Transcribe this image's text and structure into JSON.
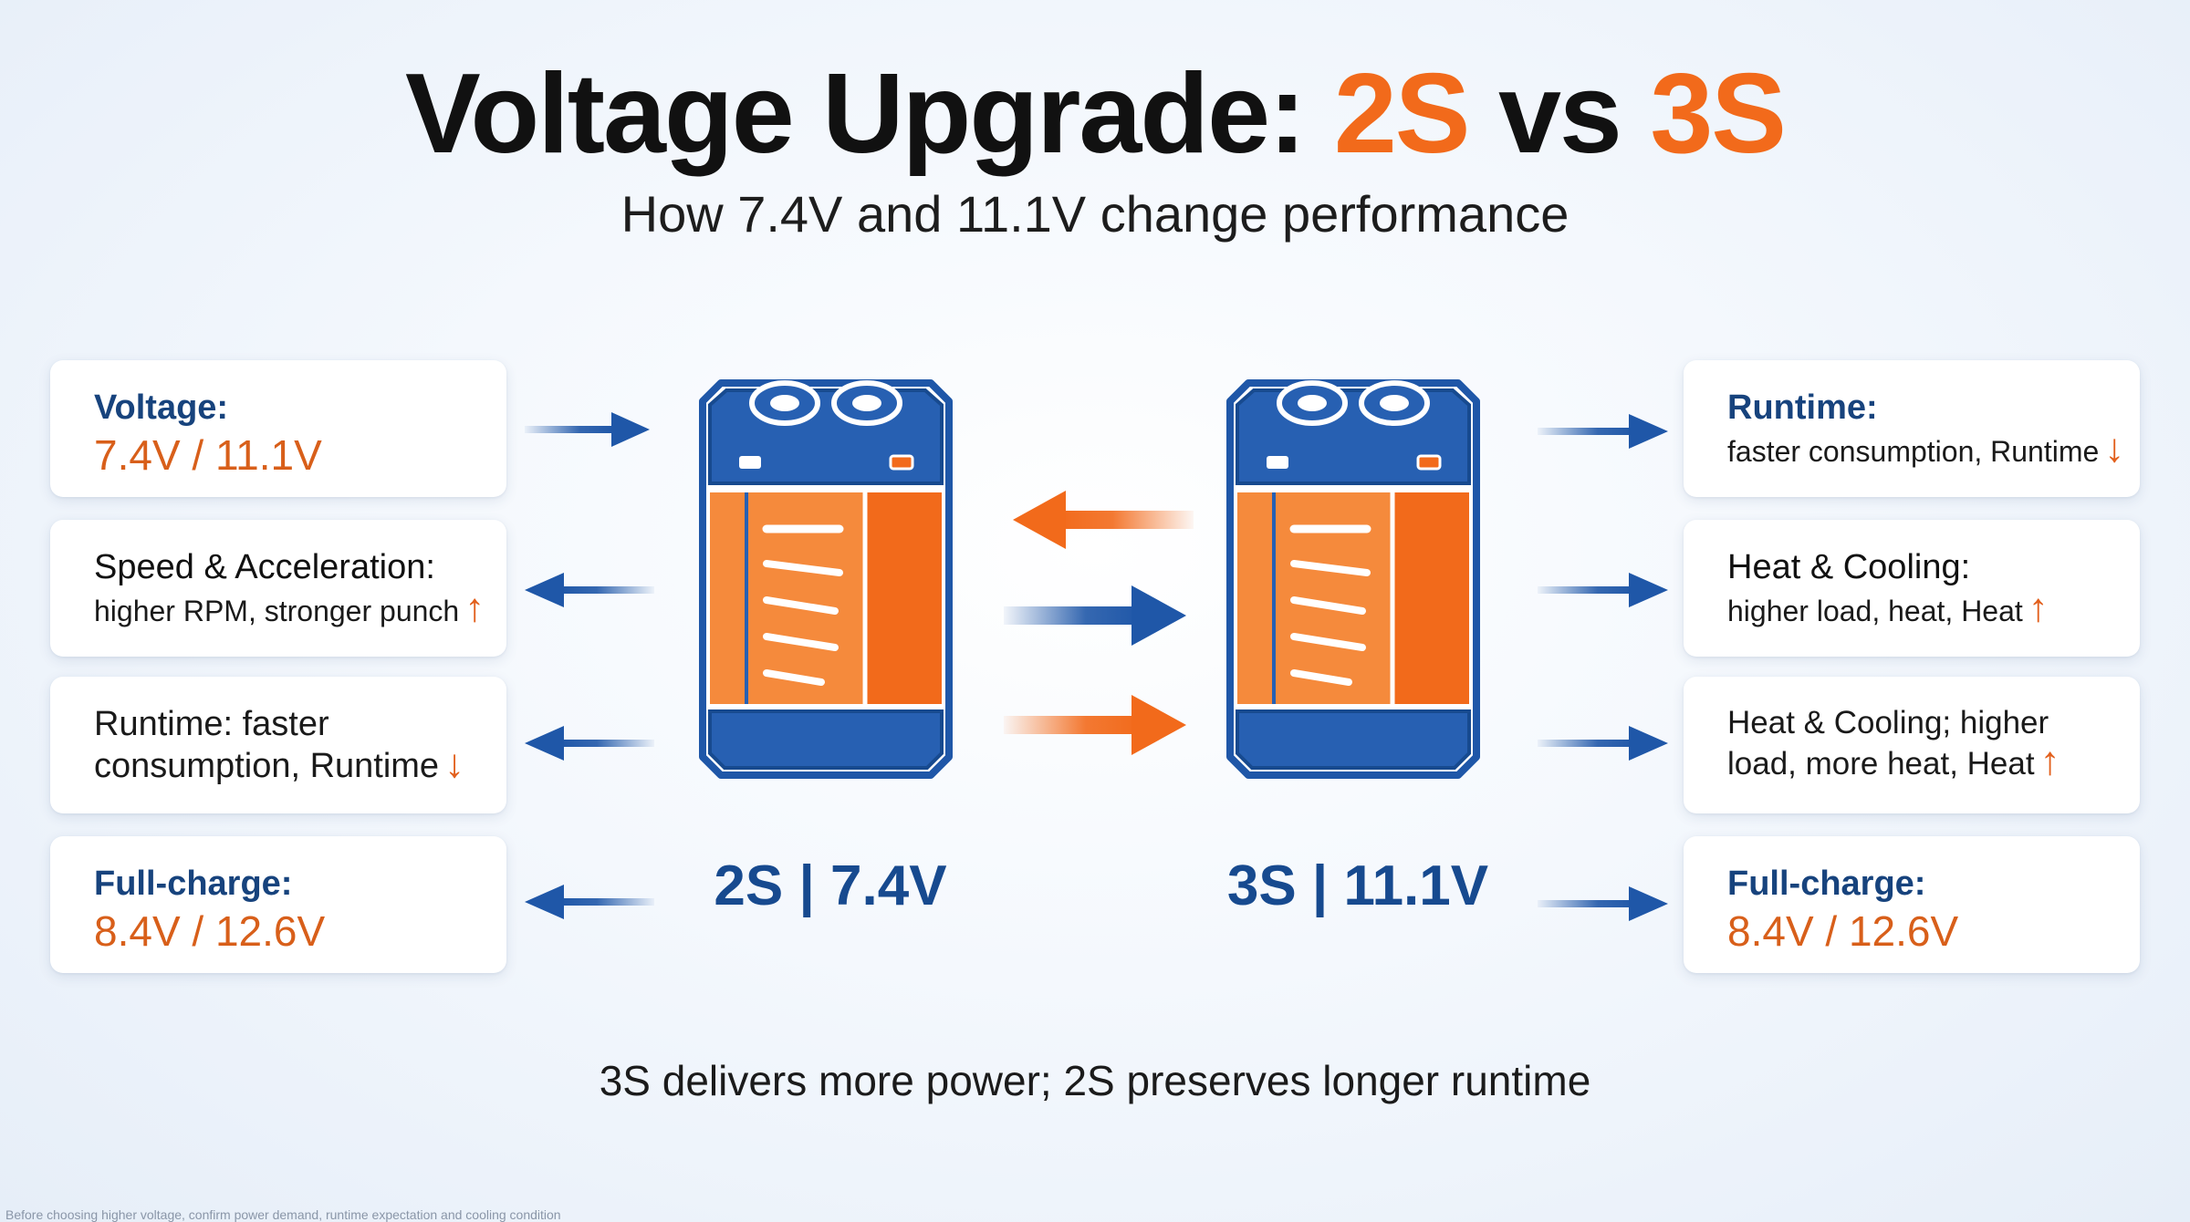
{
  "title": {
    "part1": "Voltage Upgrade: ",
    "part2": "2S",
    "part3": " vs ",
    "part4": "3S"
  },
  "subtitle": "How 7.4V and 11.1V change performance",
  "left_cards": [
    {
      "label": "Voltage:",
      "value": "7.4V / 11.1V"
    },
    {
      "label": "Speed & Acceleration:",
      "detail": "higher RPM, stronger punch",
      "arrow": "↑"
    },
    {
      "label_line1": "Runtime: faster",
      "label_line2": "consumption, Runtime",
      "arrow": "↓"
    },
    {
      "label": "Full-charge:",
      "value": "8.4V / 12.6V"
    }
  ],
  "right_cards": [
    {
      "label": "Runtime:",
      "detail": "faster consumption, Runtime",
      "arrow": "↓"
    },
    {
      "label": "Heat & Cooling:",
      "detail": "higher load, heat, Heat",
      "arrow": "↑"
    },
    {
      "label_line1": "Heat & Cooling; higher",
      "label_line2": "load, more heat, Heat",
      "arrow": "↑"
    },
    {
      "label": "Full-charge:",
      "value": "8.4V / 12.6V"
    }
  ],
  "batteries": [
    {
      "label": "2S | 7.4V"
    },
    {
      "label": "3S | 11.1V"
    }
  ],
  "footer": "3S delivers more power; 2S preserves longer runtime",
  "footnote": "Before choosing higher voltage, confirm power demand, runtime expectation and cooling condition",
  "colors": {
    "blue": "#1f57a8",
    "dark_blue": "#17437d",
    "orange": "#f26a1b",
    "light_orange": "#f58a3c"
  }
}
